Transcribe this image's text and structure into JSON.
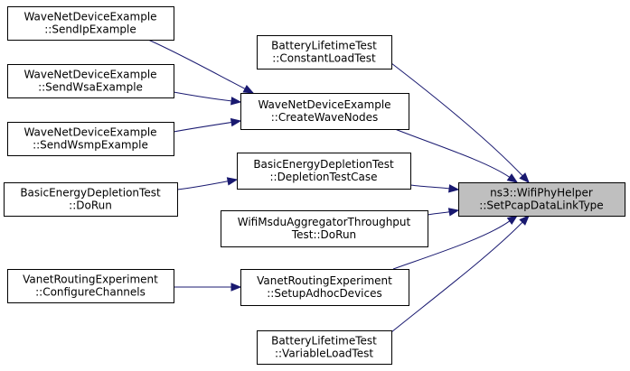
{
  "diagram": {
    "target": {
      "id": "target",
      "lines": [
        "ns3::WifiPhyHelper",
        "::SetPcapDataLinkType"
      ]
    },
    "nodes": [
      {
        "id": "send_ip",
        "lines": [
          "WaveNetDeviceExample",
          "::SendIpExample"
        ]
      },
      {
        "id": "send_wsa",
        "lines": [
          "WaveNetDeviceExample",
          "::SendWsaExample"
        ]
      },
      {
        "id": "send_wsmp",
        "lines": [
          "WaveNetDeviceExample",
          "::SendWsmpExample"
        ]
      },
      {
        "id": "basic_dorun",
        "lines": [
          "BasicEnergyDepletionTest",
          "::DoRun"
        ]
      },
      {
        "id": "vanet_configure",
        "lines": [
          "VanetRoutingExperiment",
          "::ConfigureChannels"
        ]
      },
      {
        "id": "battery_constant",
        "lines": [
          "BatteryLifetimeTest",
          "::ConstantLoadTest"
        ]
      },
      {
        "id": "create_wave",
        "lines": [
          "WaveNetDeviceExample",
          "::CreateWaveNodes"
        ]
      },
      {
        "id": "depletion_case",
        "lines": [
          "BasicEnergyDepletionTest",
          "::DepletionTestCase"
        ]
      },
      {
        "id": "msdu_dorun",
        "lines": [
          "WifiMsduAggregatorThroughput",
          "Test::DoRun"
        ]
      },
      {
        "id": "vanet_setup",
        "lines": [
          "VanetRoutingExperiment",
          "::SetupAdhocDevices"
        ]
      },
      {
        "id": "battery_variable",
        "lines": [
          "BatteryLifetimeTest",
          "::VariableLoadTest"
        ]
      }
    ],
    "edges": [
      {
        "from": "send_ip",
        "to": "create_wave"
      },
      {
        "from": "send_wsa",
        "to": "create_wave"
      },
      {
        "from": "send_wsmp",
        "to": "create_wave"
      },
      {
        "from": "basic_dorun",
        "to": "depletion_case"
      },
      {
        "from": "vanet_configure",
        "to": "vanet_setup"
      },
      {
        "from": "battery_constant",
        "to": "target"
      },
      {
        "from": "create_wave",
        "to": "target"
      },
      {
        "from": "depletion_case",
        "to": "target"
      },
      {
        "from": "msdu_dorun",
        "to": "target"
      },
      {
        "from": "vanet_setup",
        "to": "target"
      },
      {
        "from": "battery_variable",
        "to": "target"
      }
    ],
    "colors": {
      "edge": "#191970",
      "target_fill": "#bfbfbf",
      "node_fill": "#ffffff",
      "border": "#000000"
    }
  }
}
